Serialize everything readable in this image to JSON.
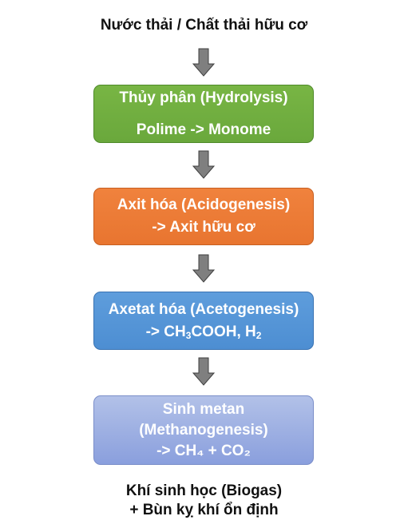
{
  "input_label": "Nước thải / Chất thải hữu cơ",
  "stages": [
    {
      "title": "Thủy phân (Hydrolysis)",
      "detail": "Polime -> Monome",
      "color": "#70ad47"
    },
    {
      "title": "Axit hóa (Acidogenesis)",
      "detail": "-> Axit hữu cơ",
      "color": "#ed7d31"
    },
    {
      "title": "Axetat hóa (Acetogenesis)",
      "detail_prefix": "-> CH",
      "detail_sub1": "3",
      "detail_mid": "COOH, H",
      "detail_sub2": "2",
      "color": "#5b9bd5"
    },
    {
      "title_line1": "Sinh metan",
      "title_line2": "(Methanogenesis)",
      "detail": "-> CH₄ + CO₂",
      "color": "#9fb1e3"
    }
  ],
  "output_label": {
    "line1": "Khí sinh học (Biogas)",
    "line2": "+ Bùn kỵ khí ổn định"
  },
  "arrow_color": "#7f7f7f"
}
